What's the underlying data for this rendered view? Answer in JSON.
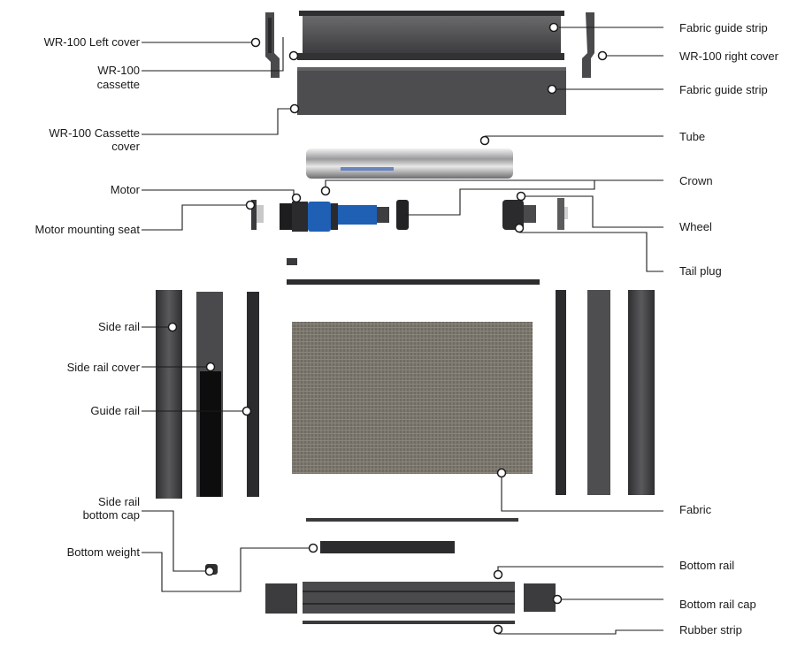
{
  "labels": {
    "wr100_left_cover": "WR-100 Left cover",
    "wr100_cassette_line1": "WR-100",
    "wr100_cassette_line2": "cassette",
    "wr100_cassette_cover_line1": "WR-100 Cassette",
    "wr100_cassette_cover_line2": "cover",
    "motor": "Motor",
    "motor_mounting_seat": "Motor mounting seat",
    "side_rail": "Side rail",
    "side_rail_cover": "Side rail cover",
    "guide_rail": "Guide rail",
    "side_rail_bottom_cap_line1": "Side rail",
    "side_rail_bottom_cap_line2": "bottom cap",
    "bottom_weight": "Bottom weight",
    "fabric_guide_strip_top": "Fabric guide strip",
    "wr100_right_cover": "WR-100 right cover",
    "fabric_guide_strip_mid": "Fabric guide strip",
    "tube": "Tube",
    "crown": "Crown",
    "wheel": "Wheel",
    "tail_plug": "Tail plug",
    "fabric": "Fabric",
    "bottom_rail": "Bottom rail",
    "bottom_rail_cap": "Bottom rail cap",
    "rubber_strip": "Rubber strip"
  },
  "colors": {
    "part_dark": "#3d3d3f",
    "part_mid": "#58585a",
    "part_light": "#77777a",
    "motor_blue": "#1f5fb4",
    "fabric": "#7b776e",
    "tube_chrome": "#c9c9cb",
    "leader": "#1a1a1a"
  }
}
